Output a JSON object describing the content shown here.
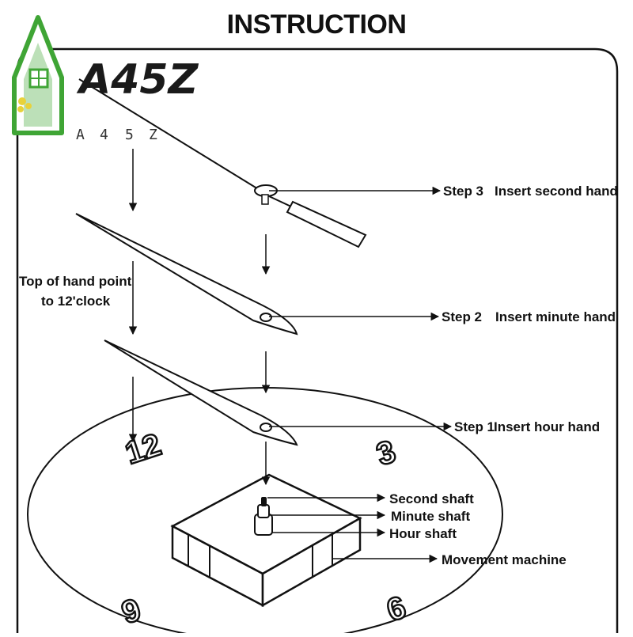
{
  "title": "INSTRUCTION",
  "logo": {
    "mark": "A45Z",
    "letters": [
      "A",
      "4",
      "5",
      "Z"
    ]
  },
  "hint": {
    "line1": "Top of hand point",
    "line2": "to 12'clock"
  },
  "steps": [
    {
      "step": "Step 3",
      "text": "Insert second hand"
    },
    {
      "step": "Step 2",
      "text": "Insert minute hand"
    },
    {
      "step": "Step 1",
      "text": "Insert hour hand"
    }
  ],
  "parts": {
    "second_shaft": "Second shaft",
    "minute_shaft": "Minute shaft",
    "hour_shaft": "Hour shaft",
    "movement": "Movement machine"
  },
  "dial_numbers": {
    "twelve": "12",
    "three": "3",
    "six": "6",
    "nine": "9"
  },
  "colors": {
    "line": "#111111",
    "logo_green": "#3fa535",
    "logo_yellow": "#e8d23a"
  }
}
